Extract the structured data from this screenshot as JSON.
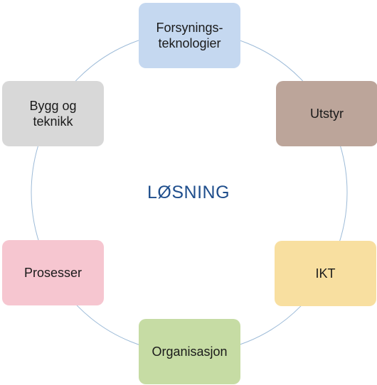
{
  "center": {
    "label": "LØSNING",
    "color": "#1f4e8c"
  },
  "ring_color": "#9dbbd8",
  "nodes": [
    {
      "id": "forsyning",
      "label": "Forsynings-\nteknologier",
      "color": "#c5d8f0"
    },
    {
      "id": "utstyr",
      "label": "Utstyr",
      "color": "#bca59a"
    },
    {
      "id": "ikt",
      "label": "IKT",
      "color": "#f8dfa0"
    },
    {
      "id": "org",
      "label": "Organisasjon",
      "color": "#c6dca4"
    },
    {
      "id": "prosesser",
      "label": "Prosesser",
      "color": "#f6c6d0"
    },
    {
      "id": "bygg",
      "label": "Bygg og\nteknikk",
      "color": "#d8d8d8"
    }
  ]
}
